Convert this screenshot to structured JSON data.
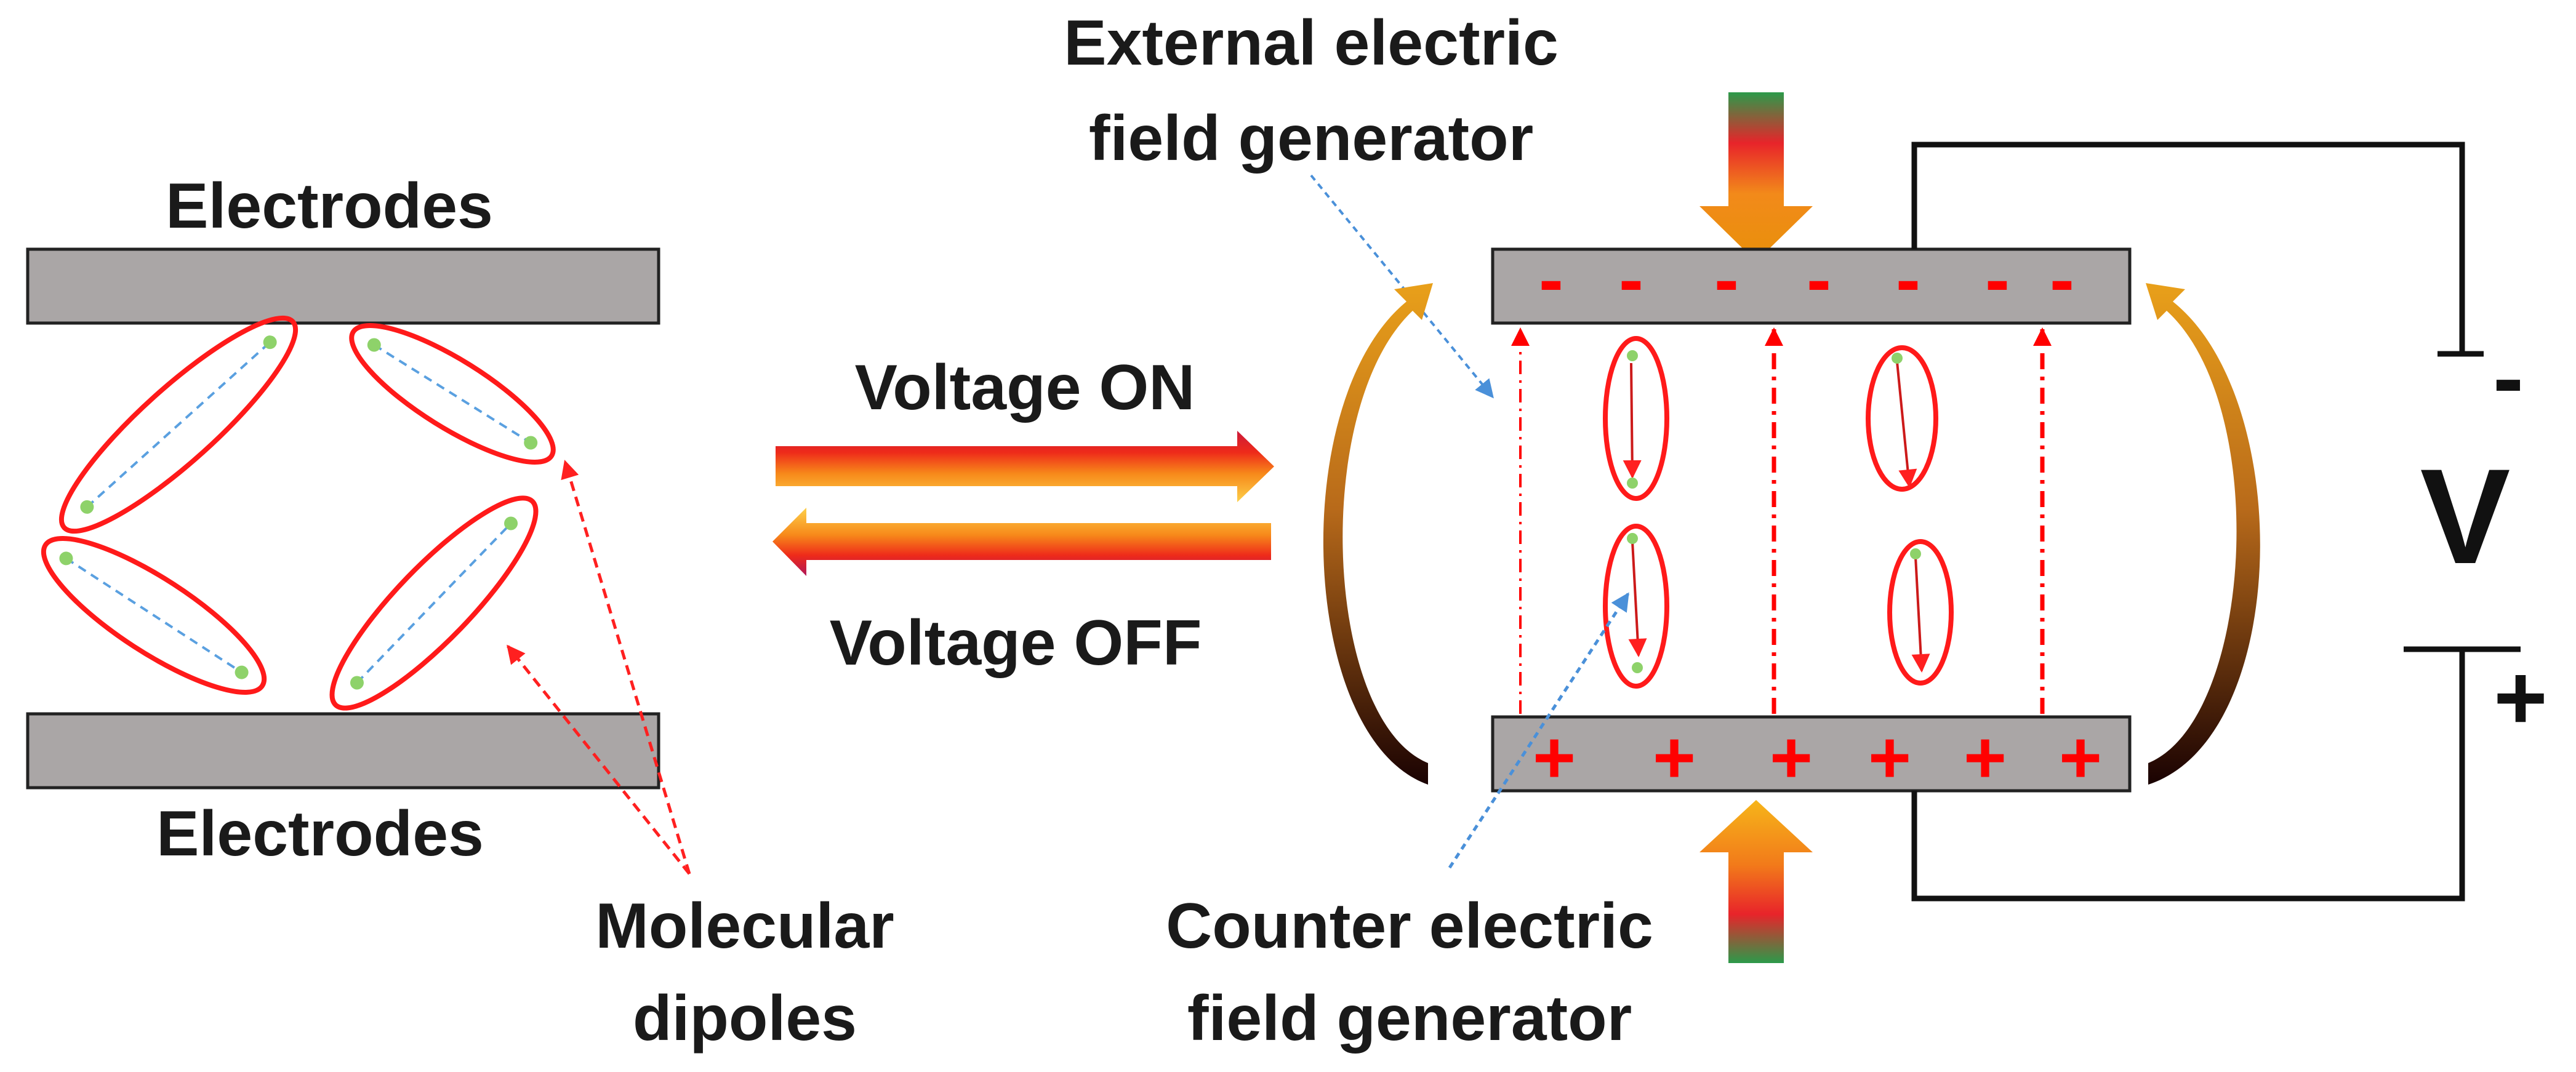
{
  "labels": {
    "electrodes_top": "Electrodes",
    "electrodes_bottom": "Electrodes",
    "molecular_dipoles": [
      "Molecular",
      "dipoles"
    ],
    "voltage_on": "Voltage ON",
    "voltage_off": "Voltage OFF",
    "external_generator": [
      "External electric",
      "field generator"
    ],
    "counter_generator": [
      "Counter electric",
      "field generator"
    ],
    "battery_minus": "-",
    "battery_plus": "+",
    "battery_voltage": "V"
  },
  "charges": {
    "top_plate": [
      "-",
      "-",
      "-",
      "-",
      "-",
      "-",
      "-"
    ],
    "bottom_plate": [
      "+",
      "+",
      "+",
      "+",
      "+",
      "+"
    ]
  },
  "colors": {
    "electrode": "#aaa6a6",
    "dipole_outline": "#ff1a1a",
    "dipole_axis": "#5aa0e0",
    "dipole_end": "#8ed26a",
    "charge": "#ff0000",
    "field_line": "#ff0000",
    "pointer_red": "#ff2020",
    "pointer_blue": "#4a90d9",
    "wire": "#111111"
  }
}
